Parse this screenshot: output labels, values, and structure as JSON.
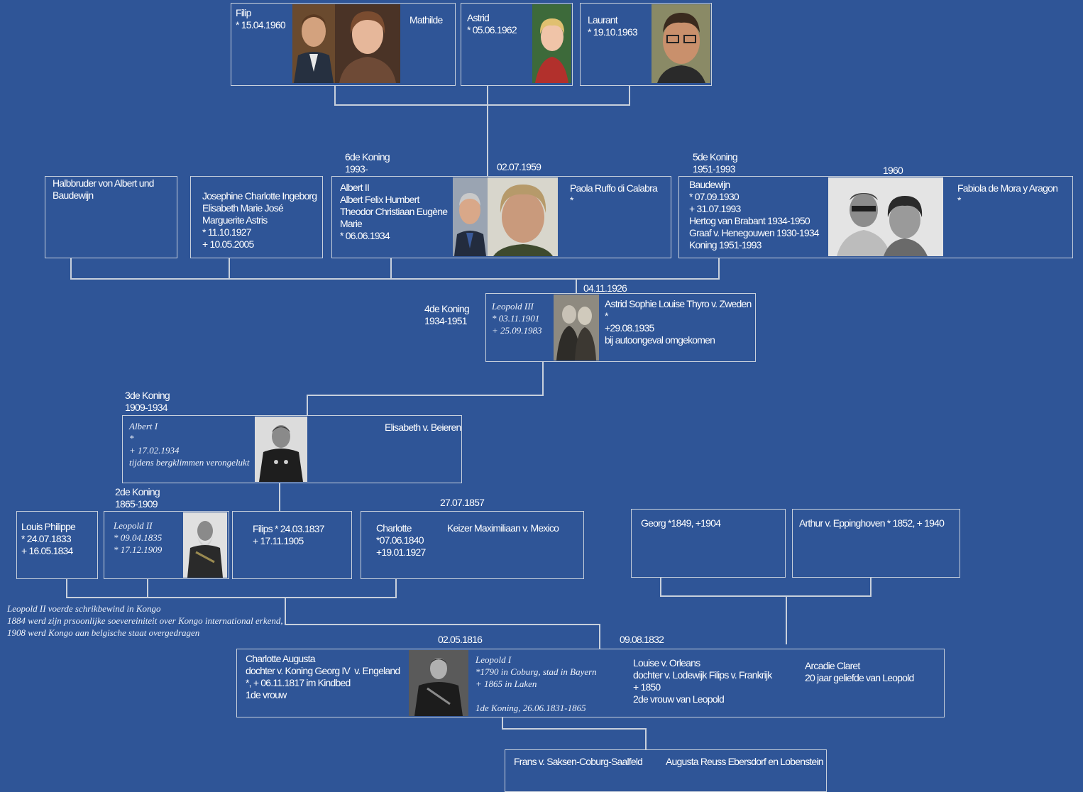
{
  "gen6": {
    "filip": "Filip\n* 15.04.1960",
    "mathilde": "Mathilde",
    "astrid": "Astrid\n* 05.06.1962",
    "laurant": "Laurant\n* 19.10.1963"
  },
  "gen5": {
    "halfbrother": "Halbbruder von Albert und\nBaudewijn",
    "josephine": "Josephine Charlotte Ingeborg\nElisabeth Marie José\nMarguerite Astris\n* 11.10.1927\n+ 10.05.2005",
    "albert2_label": "6de Koning\n1993-",
    "albert2_marriage": "02.07.1959",
    "albert2": "Albert II\nAlbert Felix Humbert\nTheodor Christiaan Eugène\nMarie\n* 06.06.1934",
    "paola": "Paola Ruffo di Calabra\n*",
    "baudewijn_label": "5de Koning\n1951-1993",
    "baudewijn_marriage": "1960",
    "baudewijn": "Baudewijn\n* 07.09.1930\n+ 31.07.1993\nHertog van Brabant 1934-1950\nGraaf v. Henegouwen 1930-1934\nKoning 1951-1993",
    "fabiola": "Fabiola de Mora y Aragon\n*"
  },
  "gen4": {
    "label": "4de Koning\n1934-1951",
    "marriage": "04.11.1926",
    "leopold3": "Leopold III\n* 03.11.1901\n+ 25.09.1983",
    "astrid_sweden": "Astrid Sophie Louise Thyro v. Zweden\n*\n+29.08.1935\nbij autoongeval omgekomen"
  },
  "gen3": {
    "label": "3de Koning\n1909-1934",
    "albert1": "Albert I\n*\n+ 17.02.1934\ntijdens bergklimmen verongelukt",
    "elisabeth": "Elisabeth v. Beieren"
  },
  "gen2": {
    "label": "2de Koning\n1865-1909",
    "marriage_charlotte": "27.07.1857",
    "louis_philippe": "Louis Philippe\n* 24.07.1833\n+ 16.05.1834",
    "leopold2": "Leopold II\n* 09.04.1835\n* 17.12.1909",
    "filips": "Filips * 24.03.1837\n+ 17.11.1905",
    "charlotte": "Charlotte\n*07.06.1840\n+19.01.1927",
    "maximiliaan": "Keizer Maximiliaan v. Mexico",
    "georg": "Georg *1849, +1904",
    "arthur": "Arthur v. Eppinghoven * 1852, + 1940"
  },
  "note": "Leopold II voerde schrikbewind in Kongo\n1884 werd zijn prsoonlijke soevereiniteit over Kongo international erkend,\n1908 werd Kongo aan belgische staat overgedragen",
  "gen1": {
    "marriage1": "02.05.1816",
    "marriage2": "09.08.1832",
    "charlotte_augusta": "Charlotte Augusta\ndochter v. Koning Georg IV  v. Engeland\n*, + 06.11.1817 im Kindbed\n1de vrouw",
    "leopold1": "Leopold I\n*1790 in Coburg, stad in Bayern\n+ 1865 in Laken\n\n1de Koning, 26.06.1831-1865",
    "louise": "Louise v. Orleans\ndochter v. Lodewijk Filips v. Frankrijk\n+ 1850\n2de vrouw van Leopold",
    "arcadie": "Arcadie Claret\n20 jaar geliefde van Leopold"
  },
  "gen0": {
    "frans": "Frans v. Saksen-Coburg-Saalfeld",
    "augusta": "Augusta Reuss Ebersdorf en Lobenstein"
  },
  "colors": {
    "background": "#2f5597",
    "lines": "#c8d0dc",
    "text": "#ffffff"
  }
}
